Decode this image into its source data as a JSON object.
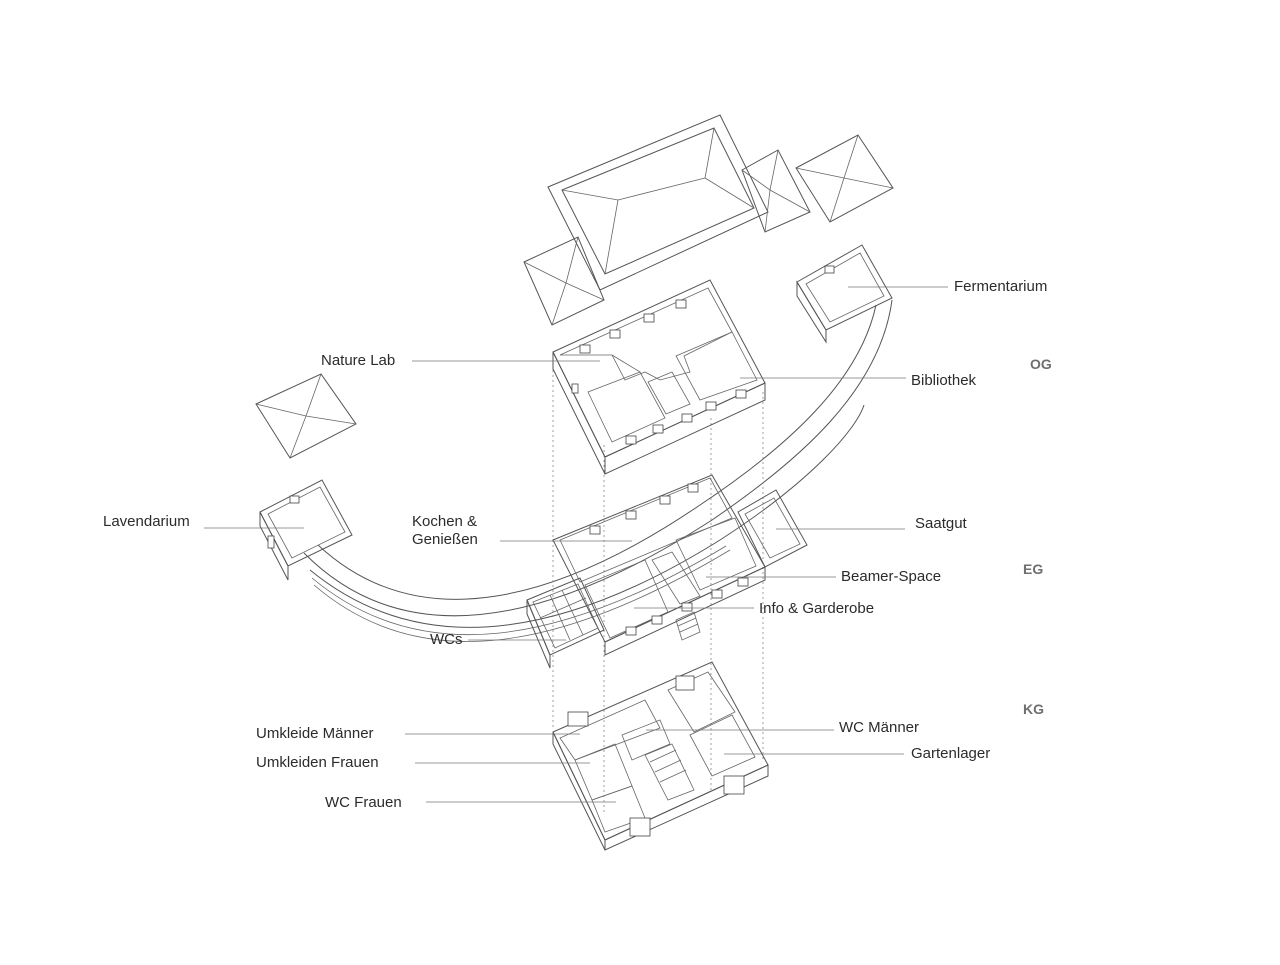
{
  "levels": {
    "og": "OG",
    "eg": "EG",
    "kg": "KG"
  },
  "labels": {
    "fermentarium": "Fermentarium",
    "nature_lab": "Nature Lab",
    "bibliothek": "Bibliothek",
    "lavendarium": "Lavendarium",
    "kochen": "Kochen &\nGenießen",
    "saatgut": "Saatgut",
    "beamer_space": "Beamer-Space",
    "info_garderobe": "Info & Garderobe",
    "wcs": "WCs",
    "umkleide_maenner": "Umkleide Männer",
    "wc_maenner": "WC Männer",
    "umkleiden_frauen": "Umkleiden Frauen",
    "gartenlager": "Gartenlager",
    "wc_frauen": "WC Frauen"
  },
  "colors": {
    "nature_lab": "#dfe8dc",
    "bibliothek": "#f7dcc8",
    "fermentarium": "#dff0ee",
    "lavendarium": "#eee6ef",
    "kochen": "#e7e1dc",
    "saatgut": "#f8f2d8",
    "beamer_space": "#e4e9ef",
    "info_garderobe": "#c9ccd1",
    "wcs": "#a9c4a6",
    "umkleide_maenner": "#ecd8c6",
    "umkleiden_frauen": "#cfe9e6",
    "wc_frauen": "#f3c8c2",
    "wc_maenner": "#e6e3ea",
    "gartenlager": "#d8d8a8",
    "line": "#555555",
    "level_text": "#6f6f6f"
  }
}
